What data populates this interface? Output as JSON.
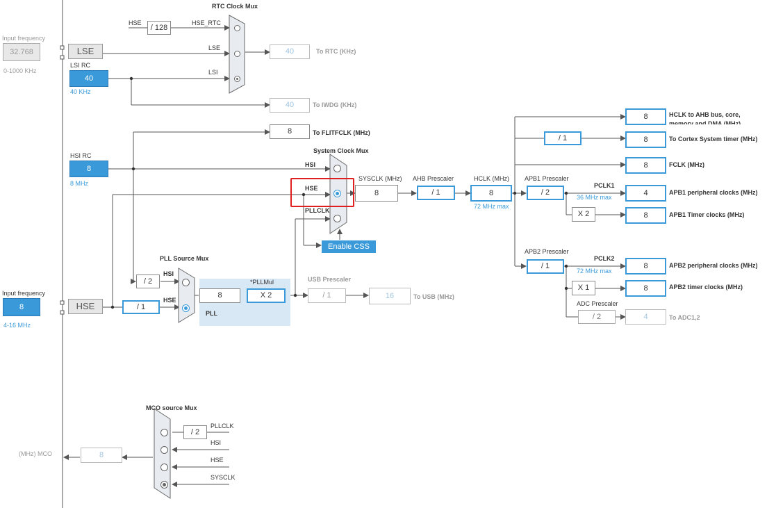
{
  "rtc_mux": {
    "title": "RTC Clock Mux",
    "hse_label": "HSE",
    "div128": "/ 128",
    "hse_rtc": "HSE_RTC",
    "lse": "LSE",
    "lsi": "LSI"
  },
  "lse_input": {
    "label": "Input frequency",
    "value": "32.768",
    "range": "0-1000 KHz",
    "button": "LSE"
  },
  "lsi_rc": {
    "label": "LSI RC",
    "value": "40",
    "freq": "40 KHz"
  },
  "to_rtc": {
    "value": "40",
    "label": "To RTC (KHz)"
  },
  "to_iwdg": {
    "value": "40",
    "label": "To IWDG (KHz)"
  },
  "to_flitf": {
    "value": "8",
    "label": "To FLITFCLK (MHz)"
  },
  "hsi_rc": {
    "label": "HSI RC",
    "value": "8",
    "freq": "8 MHz"
  },
  "sys_mux": {
    "title": "System Clock Mux",
    "hsi": "HSI",
    "hse": "HSE",
    "pllclk": "PLLCLK",
    "enable_css": "Enable CSS"
  },
  "sysclk": {
    "label": "SYSCLK (MHz)",
    "value": "8"
  },
  "ahb": {
    "label": "AHB Prescaler",
    "value": "/ 1"
  },
  "hclk": {
    "label": "HCLK (MHz)",
    "value": "8",
    "max": "72 MHz max"
  },
  "apb1": {
    "label": "APB1 Prescaler",
    "value": "/ 2",
    "pclk": "PCLK1",
    "max": "36 MHz max",
    "timer_mul": "X 2"
  },
  "apb2": {
    "label": "APB2 Prescaler",
    "value": "/ 1",
    "pclk": "PCLK2",
    "max": "72 MHz max",
    "timer_mul": "X 1"
  },
  "adc": {
    "label": "ADC Prescaler",
    "value": "/ 2",
    "out": "4",
    "out_label": "To ADC1,2"
  },
  "outputs": {
    "hclk_ahb": {
      "value": "8",
      "label": "HCLK to AHB bus, core, memory and DMA (MHz)"
    },
    "cortex": {
      "div": "/ 1",
      "value": "8",
      "label": "To Cortex System timer (MHz)"
    },
    "fclk": {
      "value": "8",
      "label": "FCLK (MHz)"
    },
    "apb1_periph": {
      "value": "4",
      "label": "APB1 peripheral clocks (MHz)"
    },
    "apb1_timer": {
      "value": "8",
      "label": "APB1 Timer clocks (MHz)"
    },
    "apb2_periph": {
      "value": "8",
      "label": "APB2 peripheral clocks (MHz)"
    },
    "apb2_timer": {
      "value": "8",
      "label": "APB2 timer clocks (MHz)"
    }
  },
  "pll_src": {
    "title": "PLL Source Mux",
    "div2": "/ 2",
    "hsi": "HSI",
    "hse": "HSE"
  },
  "pll": {
    "label": "PLL",
    "in": "8",
    "mul_label": "*PLLMul",
    "mul": "X 2"
  },
  "usb": {
    "label": "USB Prescaler",
    "div": "/ 1",
    "value": "16",
    "out_label": "To USB (MHz)"
  },
  "hse_input": {
    "label": "Input frequency",
    "value": "8",
    "range": "4-16 MHz",
    "button": "HSE",
    "div": "/ 1"
  },
  "mco": {
    "title": "MCO source Mux",
    "label": "(MHz) MCO",
    "value": "8",
    "div": "/ 2",
    "pllclk": "PLLCLK",
    "hsi": "HSI",
    "hse": "HSE",
    "sysclk": "SYSCLK"
  }
}
